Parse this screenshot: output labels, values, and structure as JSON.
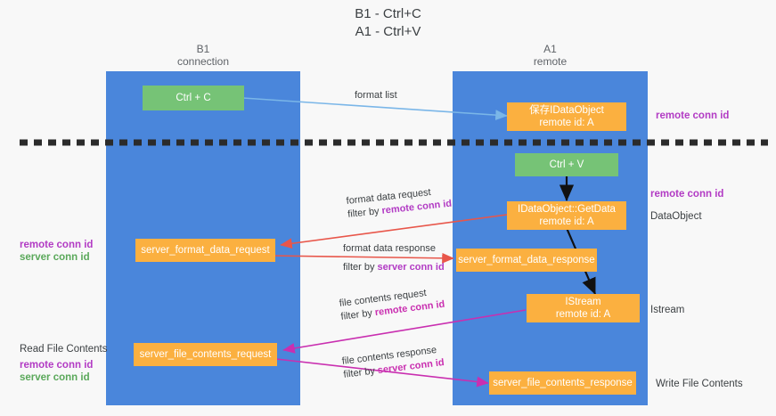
{
  "title": {
    "line1": "B1 - Ctrl+C",
    "line2": "A1 - Ctrl+V"
  },
  "columns": {
    "left": {
      "name": "B1",
      "role": "connection"
    },
    "right": {
      "name": "A1",
      "role": "remote"
    }
  },
  "colors": {
    "lane": "#4a86db",
    "box_orange": "#fbb040",
    "box_green": "#76c376",
    "accent_purple": "#b23bc4",
    "accent_green": "#5aa85a",
    "accent_magenta": "#c92fb0",
    "arrow_blue": "#7ab6e8",
    "arrow_red": "#e8564a",
    "arrow_black": "#000000",
    "divider": "#2b2b2b",
    "background": "#f8f8f8"
  },
  "boxes": {
    "ctrl_c": {
      "line1": "Ctrl + C"
    },
    "save_idataobject": {
      "line1": "保存IDataObject",
      "line2": "remote id: A"
    },
    "ctrl_v": {
      "line1": "Ctrl + V"
    },
    "getdata": {
      "line1": "IDataObject::GetData",
      "line2": "remote id: A"
    },
    "server_format_data_request": {
      "line1": "server_format_data_request"
    },
    "server_format_data_response": {
      "line1": "server_format_data_response"
    },
    "istream": {
      "line1": "IStream",
      "line2": "remote id: A"
    },
    "server_file_contents_request": {
      "line1": "server_file_contents_request"
    },
    "server_file_contents_response": {
      "line1": "server_file_contents_response"
    }
  },
  "arrow_labels": {
    "format_list": {
      "line1": "format list"
    },
    "format_data_request": {
      "line1": "format data request",
      "line2_prefix": "filter by ",
      "line2_key": "remote conn id"
    },
    "format_data_response": {
      "line1": "format data response",
      "line2_prefix": "filter by ",
      "line2_key": "server conn id"
    },
    "file_contents_request": {
      "line1": "file contents request",
      "line2_prefix": "filter by ",
      "line2_key": "remote conn id"
    },
    "file_contents_response": {
      "line1": "file contents response",
      "line2_prefix": "filter by ",
      "line2_key": "server conn id"
    }
  },
  "side_labels": {
    "right_top_remote_conn_id": "remote conn id",
    "right_getdata_remote_conn_id": "remote conn id",
    "right_dataobject": "DataObject",
    "right_istream": "Istream",
    "right_write_file_contents": "Write File Contents",
    "left_remote_conn_id_1": "remote conn id",
    "left_server_conn_id_1": "server conn id",
    "left_read_file_contents": "Read File Contents",
    "left_remote_conn_id_2": "remote conn id",
    "left_server_conn_id_2": "server conn id"
  }
}
